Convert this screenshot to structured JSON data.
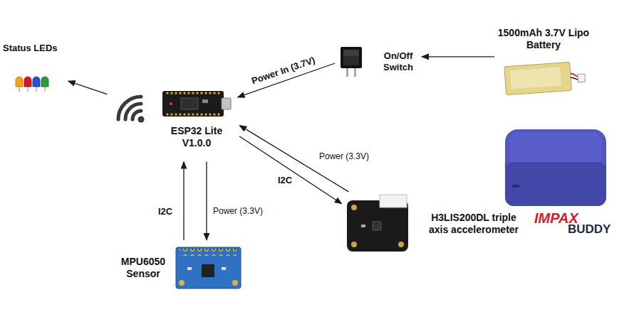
{
  "diagram": {
    "nodes": [
      {
        "text": [
          "Status LEDs"
        ]
      },
      {
        "text": [
          "ESP32 Lite V1.0.0"
        ]
      },
      {
        "text": [
          "On/Off Switch"
        ]
      },
      {
        "text": [
          "1500mAh 3.7V Lipo Battery"
        ]
      },
      {
        "text": [
          "MPU6050 Sensor"
        ]
      },
      {
        "text": [
          "H3LIS200DL triple axis accelerometer"
        ]
      }
    ],
    "edges": [
      {
        "from": 3,
        "to": 2,
        "arrow": "to"
      },
      {
        "from": 2,
        "to": 1,
        "label": "Power In (3.7V)",
        "arrow": "to"
      },
      {
        "from": 1,
        "to": 0,
        "arrow": "to"
      },
      {
        "from": 5,
        "to": 1,
        "label": "Power (3.3V)",
        "arrow": "to"
      },
      {
        "from": 1,
        "to": 5,
        "label": "I2C",
        "arrow": "to"
      },
      {
        "from": 4,
        "to": 1,
        "label": "I2C",
        "arrow": "to"
      },
      {
        "from": 1,
        "to": 4,
        "label": "Power (3.3V)",
        "arrow": "to"
      }
    ],
    "labels": [
      "IMPAX",
      "BUDDY"
    ]
  }
}
